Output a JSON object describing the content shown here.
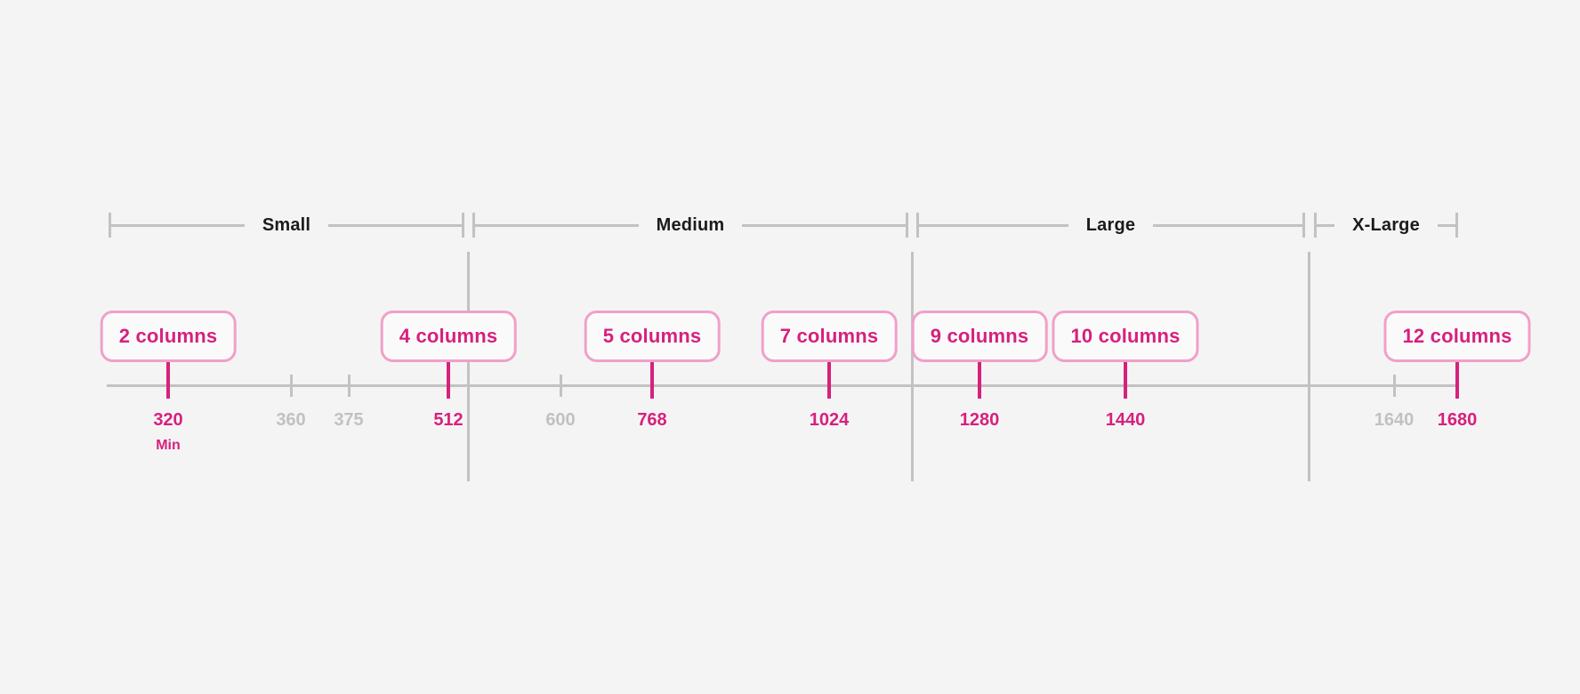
{
  "canvas": {
    "background": "#f5f4f5"
  },
  "palette": {
    "pink": "#d6217d",
    "pink_light_border": "#f0a0c9",
    "badge_fill": "#fbfafb",
    "line_gray": "#c3c1c3",
    "muted_value_gray": "#c2c0c3",
    "bracket_text": "#1b1b1b"
  },
  "size_brackets": [
    {
      "label": "Small"
    },
    {
      "label": "Medium"
    },
    {
      "label": "Large"
    },
    {
      "label": "X-Large"
    }
  ],
  "breakpoints": [
    {
      "columns_label": "2 columns",
      "value": "320",
      "note": "Min"
    },
    {
      "columns_label": "4 columns",
      "value": "512"
    },
    {
      "columns_label": "5 columns",
      "value": "768"
    },
    {
      "columns_label": "7 columns",
      "value": "1024"
    },
    {
      "columns_label": "9 columns",
      "value": "1280"
    },
    {
      "columns_label": "10 columns",
      "value": "1440"
    },
    {
      "columns_label": "12 columns",
      "value": "1680"
    }
  ],
  "minor_values": [
    {
      "value": "360"
    },
    {
      "value": "375"
    },
    {
      "value": "600"
    },
    {
      "value": "1640"
    }
  ]
}
